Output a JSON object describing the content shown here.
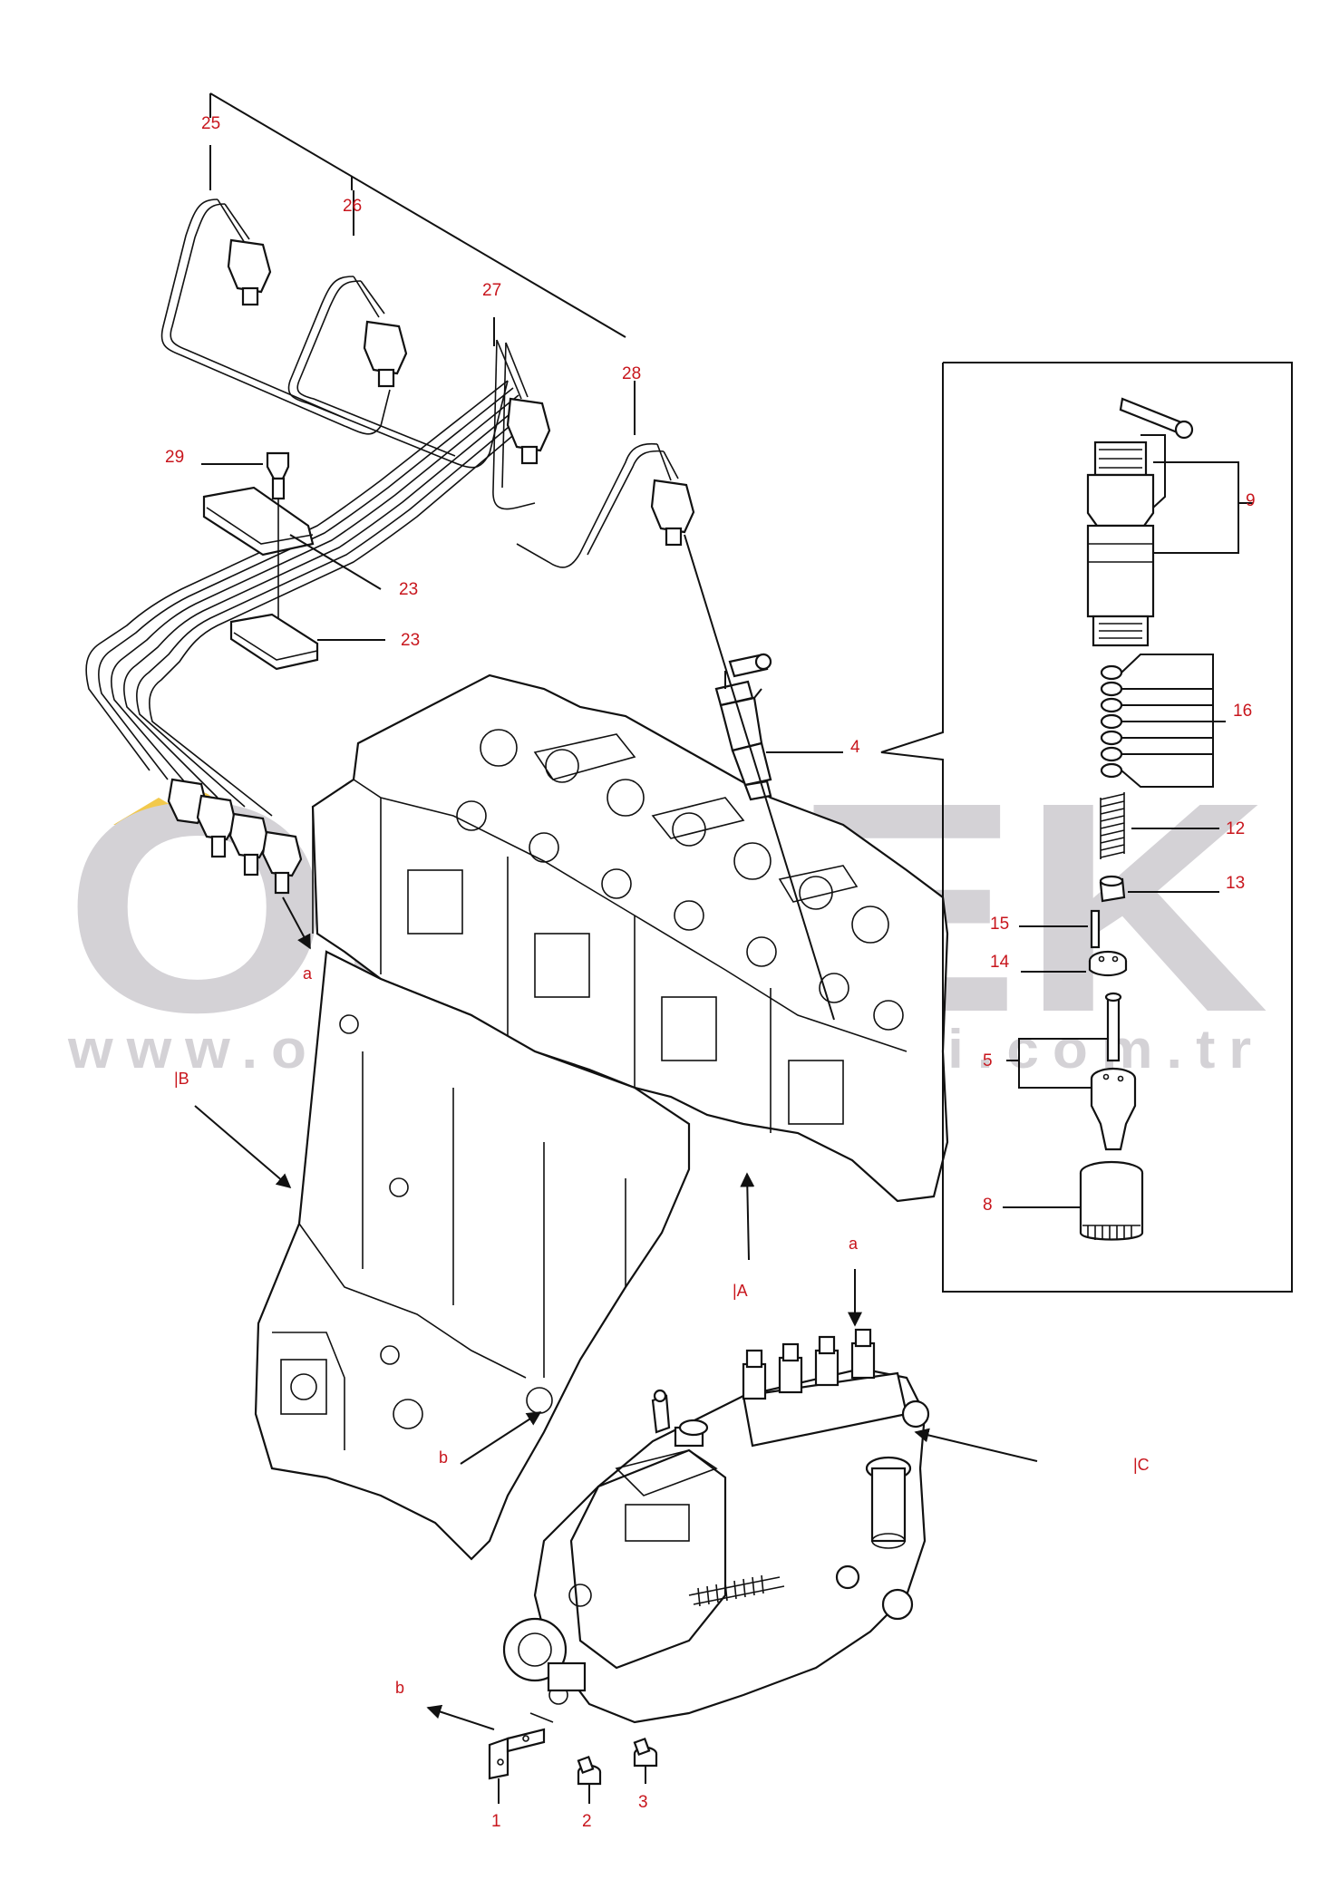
{
  "watermark": {
    "brand": "ORTEK",
    "url": "www.ortekismakineleri.com.tr",
    "accent_color": "#f2c94c",
    "text_color": "#d4d2d6"
  },
  "callouts": {
    "c25": "25",
    "c26": "26",
    "c27": "27",
    "c28": "28",
    "c29": "29",
    "c23a": "23",
    "c23b": "23",
    "c4": "4",
    "c9": "9",
    "c16": "16",
    "c12": "12",
    "c13": "13",
    "c15": "15",
    "c14": "14",
    "c5": "5",
    "c8": "8",
    "c1": "1",
    "c2": "2",
    "c3": "3"
  },
  "references": {
    "a_top": "a",
    "a_mid": "a",
    "b_left": "b",
    "b_bottom": "b",
    "refA": "|A",
    "refB": "|B",
    "refC": "|C"
  },
  "colors": {
    "callout": "#c8161d",
    "line": "#111111"
  }
}
